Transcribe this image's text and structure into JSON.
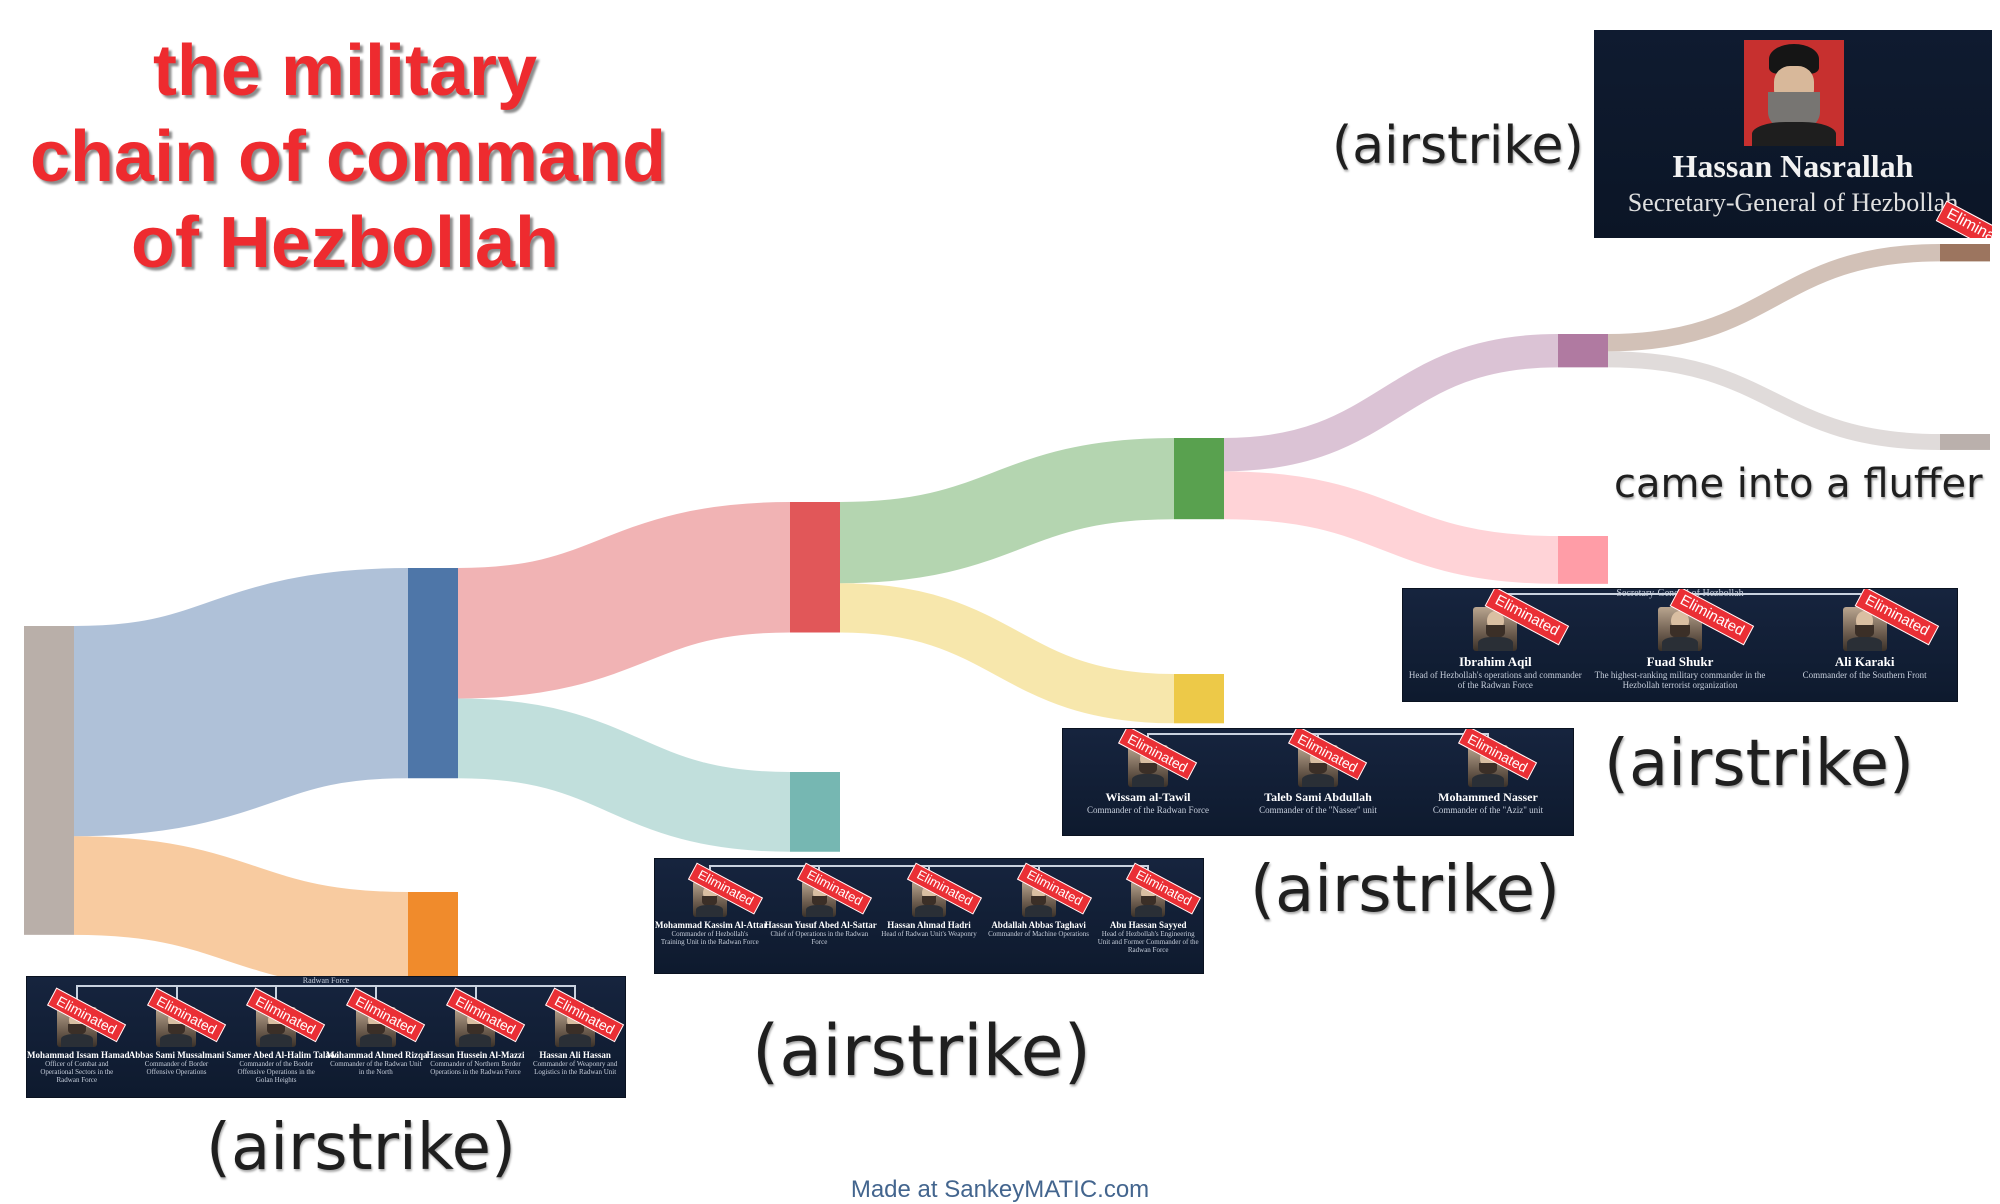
{
  "title": {
    "lines": [
      "the military",
      "chain of command",
      "of Hezbollah"
    ]
  },
  "footer": "Made at SankeyMATIC.com",
  "chart_data": {
    "type": "sankey",
    "nodes": [
      {
        "id": "n0",
        "color": "#b9afa9"
      },
      {
        "id": "n1",
        "color": "#4e76a8"
      },
      {
        "id": "n2",
        "color": "#f08b2c"
      },
      {
        "id": "n3",
        "color": "#e15759"
      },
      {
        "id": "n4",
        "color": "#76b7b2"
      },
      {
        "id": "n5",
        "color": "#59a14f"
      },
      {
        "id": "n6",
        "color": "#edc948"
      },
      {
        "id": "n7",
        "color": "#b07aa1"
      },
      {
        "id": "n8",
        "color": "#ff9da7"
      },
      {
        "id": "n9",
        "color": "#9c755f"
      },
      {
        "id": "n10",
        "color": "#bab0ac"
      }
    ],
    "links": [
      {
        "source": "n0",
        "target": "n1",
        "value": 145
      },
      {
        "source": "n0",
        "target": "n2",
        "value": 68
      },
      {
        "source": "n1",
        "target": "n3",
        "value": 90
      },
      {
        "source": "n1",
        "target": "n4",
        "value": 55
      },
      {
        "source": "n3",
        "target": "n5",
        "value": 56
      },
      {
        "source": "n3",
        "target": "n6",
        "value": 34
      },
      {
        "source": "n5",
        "target": "n7",
        "value": 23
      },
      {
        "source": "n5",
        "target": "n8",
        "value": 33
      },
      {
        "source": "n7",
        "target": "n9",
        "value": 12
      },
      {
        "source": "n7",
        "target": "n10",
        "value": 11
      }
    ]
  },
  "captions": {
    "c1": "(airstrike)",
    "c2": "(airstrike)",
    "c3": "(airstrike)",
    "c4": "(airstrike)",
    "c5": "(airstrike)",
    "c6": "came into a fluffer"
  },
  "panel_a": {
    "top_label": "Radwan Force",
    "people": [
      {
        "name": "Mohammad Issam Hamad",
        "role": "Officer of Combat and Operational Sectors in the Radwan Force"
      },
      {
        "name": "Abbas Sami Mussalmani",
        "role": "Commander of Border Offensive Operations"
      },
      {
        "name": "Samer Abed Al-Halim Talawi",
        "role": "Commander of the Border Offensive Operations in the Golan Heights"
      },
      {
        "name": "Mohammad Ahmed Rizqa",
        "role": "Commander of the Radwan Unit in the North"
      },
      {
        "name": "Hassan Hussein Al-Mazzi",
        "role": "Commander of Northern Border Operations in the Radwan Force"
      },
      {
        "name": "Hassan Ali Hassan",
        "role": "Commander of Weaponry and Logistics in the Radwan Unit"
      }
    ]
  },
  "panel_b": {
    "people": [
      {
        "name": "Mohammad Kassim Al-Attar",
        "role": "Commander of Hezbollah's Training Unit in the Radwan Force"
      },
      {
        "name": "Hassan Yusuf Abed Al-Sattar",
        "role": "Chief of Operations in the Radwan Force"
      },
      {
        "name": "Hassan Ahmad Hadri",
        "role": "Head of Radwan Unit's Weaponry"
      },
      {
        "name": "Abdallah Abbas Taghavi",
        "role": "Commander of Machine Operations"
      },
      {
        "name": "Abu Hassan Sayyed",
        "role": "Head of Hezbollah's Engineering Unit and Former Commander of the Radwan Force"
      }
    ]
  },
  "panel_c": {
    "people": [
      {
        "name": "Wissam al-Tawil",
        "role": "Commander of the Radwan Force"
      },
      {
        "name": "Taleb Sami Abdullah",
        "role": "Commander of the \"Nasser\" unit"
      },
      {
        "name": "Mohammed Nasser",
        "role": "Commander of the \"Aziz\" unit"
      }
    ]
  },
  "panel_d": {
    "top_label": "Secretary-General of Hezbollah",
    "people": [
      {
        "name": "Ibrahim Aqil",
        "role": "Head of Hezbollah's operations and commander of the Radwan Force"
      },
      {
        "name": "Fuad Shukr",
        "role": "The highest-ranking military commander in the Hezbollah terrorist organization"
      },
      {
        "name": "Ali Karaki",
        "role": "Commander of the Southern Front"
      }
    ]
  },
  "nasrallah": {
    "name": "Hassan Nasrallah",
    "role": "Secretary-General of Hezbollah"
  },
  "badge_text": "Eliminated"
}
